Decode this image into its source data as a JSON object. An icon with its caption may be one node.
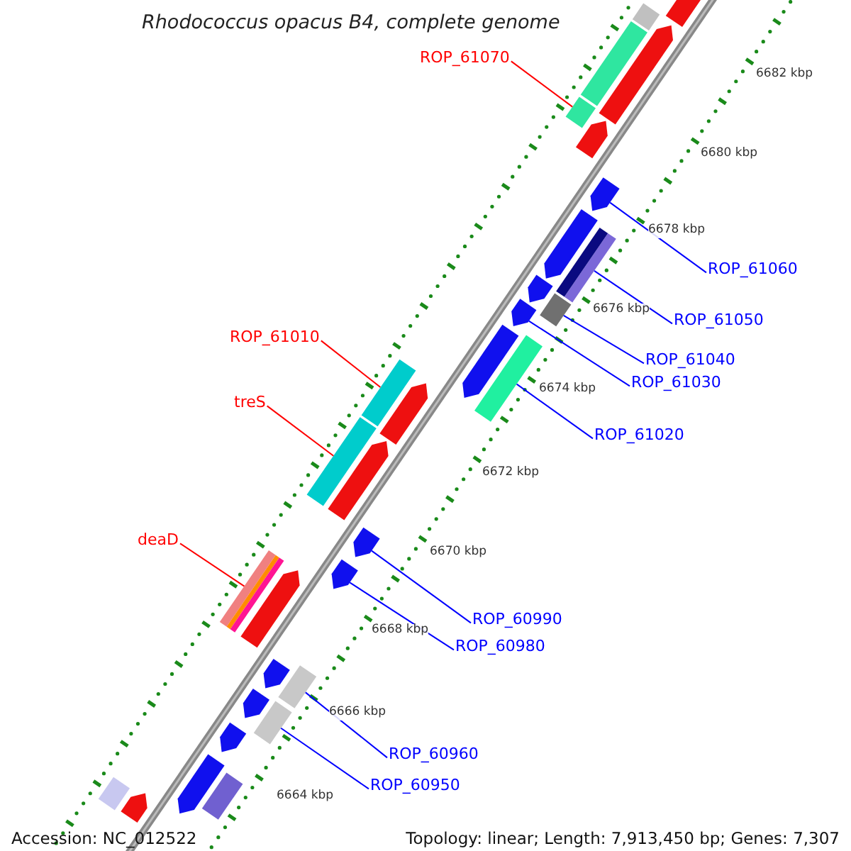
{
  "diagram": {
    "title": "Rhodococcus opacus B4, complete genome",
    "nodes": [
      {
        "text": [
          "ROP_61070"
        ]
      },
      {
        "text": [
          "ROP_61060"
        ]
      },
      {
        "text": [
          "ROP_61050"
        ]
      },
      {
        "text": [
          "ROP_61040"
        ]
      },
      {
        "text": [
          "ROP_61030"
        ]
      },
      {
        "text": [
          "ROP_61010"
        ]
      },
      {
        "text": [
          "treS"
        ]
      },
      {
        "text": [
          "ROP_61020"
        ]
      },
      {
        "text": [
          "deaD"
        ]
      },
      {
        "text": [
          "ROP_60990"
        ]
      },
      {
        "text": [
          "ROP_60980"
        ]
      },
      {
        "text": [
          "ROP_60960"
        ]
      },
      {
        "text": [
          "ROP_60950"
        ]
      },
      {
        "text": [],
        "shape": "bar"
      },
      {
        "text": [],
        "shape": "bar"
      },
      {
        "text": [],
        "shape": "bar"
      },
      {
        "text": [],
        "shape": "bar"
      },
      {
        "text": [],
        "shape": "bar"
      },
      {
        "text": [],
        "shape": "bar"
      },
      {
        "text": [],
        "shape": "bar"
      },
      {
        "text": [],
        "shape": "bar"
      },
      {
        "text": [],
        "shape": "bar"
      },
      {
        "text": [],
        "shape": "bar"
      },
      {
        "text": [],
        "shape": "bar"
      },
      {
        "text": [],
        "shape": "bar"
      },
      {
        "text": [],
        "shape": "bar"
      },
      {
        "text": [],
        "shape": "bar"
      },
      {
        "text": [],
        "shape": "bar"
      },
      {
        "text": [],
        "shape": "bar"
      },
      {
        "text": [],
        "shape": "bar"
      },
      {
        "text": [],
        "shape": "bar"
      },
      {
        "text": [],
        "shape": "bar"
      },
      {
        "text": [],
        "shape": "bar"
      },
      {
        "text": [],
        "shape": "bar"
      },
      {
        "text": [],
        "shape": "bar"
      },
      {
        "text": [],
        "shape": "bar"
      },
      {
        "text": [],
        "shape": "bar"
      },
      {
        "text": [],
        "shape": "bar"
      },
      {
        "text": [],
        "shape": "bar"
      },
      {
        "text": [],
        "shape": "bar"
      },
      {
        "text": [],
        "shape": "bar"
      },
      {
        "text": [],
        "shape": "bar"
      },
      {
        "text": [],
        "shape": "bar"
      },
      {
        "text": [],
        "shape": "bar"
      },
      {
        "text": [],
        "shape": "bar"
      }
    ],
    "edges": [
      {
        "from": 0,
        "to": 13,
        "arrow": "none",
        "color": "#ff0000"
      },
      {
        "from": 1,
        "to": 14,
        "arrow": "none"
      },
      {
        "from": 2,
        "to": 15,
        "arrow": "none"
      },
      {
        "from": 3,
        "to": 16,
        "arrow": "none"
      },
      {
        "from": 4,
        "to": 17,
        "arrow": "none"
      },
      {
        "from": 5,
        "to": 18,
        "arrow": "none",
        "color": "#ff0000"
      },
      {
        "from": 6,
        "to": 19,
        "arrow": "none",
        "color": "#ff0000"
      },
      {
        "from": 7,
        "to": 20,
        "arrow": "none"
      },
      {
        "from": 8,
        "to": 21,
        "arrow": "none",
        "color": "#ff0000"
      },
      {
        "from": 9,
        "to": 22,
        "arrow": "none"
      },
      {
        "from": 10,
        "to": 23,
        "arrow": "none"
      },
      {
        "from": 11,
        "to": 24,
        "arrow": "none"
      },
      {
        "from": 12,
        "to": 25,
        "arrow": "none"
      }
    ],
    "labels": [
      "6682 kbp",
      "6680 kbp",
      "6678 kbp",
      "6676 kbp",
      "6674 kbp",
      "6672 kbp",
      "6670 kbp",
      "6668 kbp",
      "6666 kbp",
      "6664 kbp",
      "Accession: NC_012522",
      "Topology: linear; Length: 7,913,450 bp; Genes: 7,307"
    ]
  }
}
